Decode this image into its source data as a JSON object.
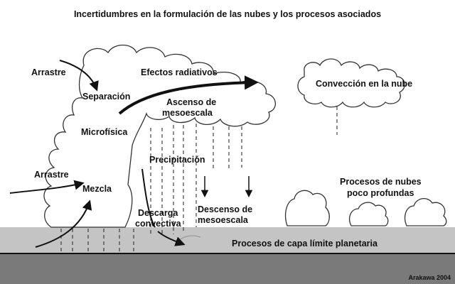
{
  "diagram": {
    "title": "Incertidumbres en la formulación de las nubes y los procesos asociados",
    "labels": {
      "arrastre_top": "Arrastre",
      "separacion": "Separación",
      "efectos_radiativos": "Efectos radiativos",
      "ascenso_line1": "Ascenso de",
      "ascenso_line2": "mesoescala",
      "conveccion_nube": "Convección en la nube",
      "microfisica": "Microfísica",
      "precipitacion": "Precipitación",
      "arrastre_bottom": "Arrastre",
      "mezcla": "Mezcla",
      "procesos_nubes_line1": "Procesos de nubes",
      "procesos_nubes_line2": "poco profundas",
      "descarga_line1": "Descarga",
      "descarga_line2": "convectiva",
      "descenso_line1": "Descenso de",
      "descenso_line2": "mesoescala",
      "capa_limite": "Procesos de capa límite planetaria"
    },
    "credit": "Arakawa 2004",
    "colors": {
      "ink": "#111111",
      "cloud_fill": "#ffffff",
      "boundary_layer": "#c4c4c4",
      "ground": "#7a7a7a"
    }
  }
}
